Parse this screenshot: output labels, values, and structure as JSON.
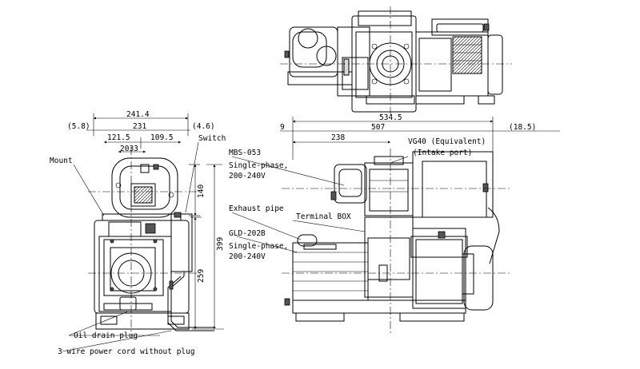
{
  "dimensions": {
    "front_width_overall": "241.4",
    "front_width_body": "231",
    "front_left_offset": "(5.8)",
    "front_right_offset": "(4.6)",
    "front_left_half": "121.5",
    "front_right_half": "109.5",
    "front_inner_width": "2033",
    "front_height_upper": "140",
    "front_height_total": "399",
    "front_height_lower": "259",
    "side_length_overall": "534.5",
    "side_length_body": "507",
    "side_left_offset": "9",
    "side_right_offset": "(18.5)",
    "side_intake_distance": "238"
  },
  "labels": {
    "mount": "Mount",
    "switch": "Switch",
    "mbs_model": "MBS-053",
    "mbs_power_1": "Single-phase,",
    "mbs_power_2": "200-240V",
    "exhaust_pipe": "Exhaust pipe",
    "gld_model": "GLD-202B",
    "gld_power_1": "Single-phase,",
    "gld_power_2": "200-240V",
    "terminal_box": "Terminal BOX",
    "vg40": "VG40 (Equivalent)",
    "intake_port": "(Intake port)",
    "oil_drain_plug": "Oil drain plug",
    "power_cord": "3 wire power cord without plug"
  }
}
